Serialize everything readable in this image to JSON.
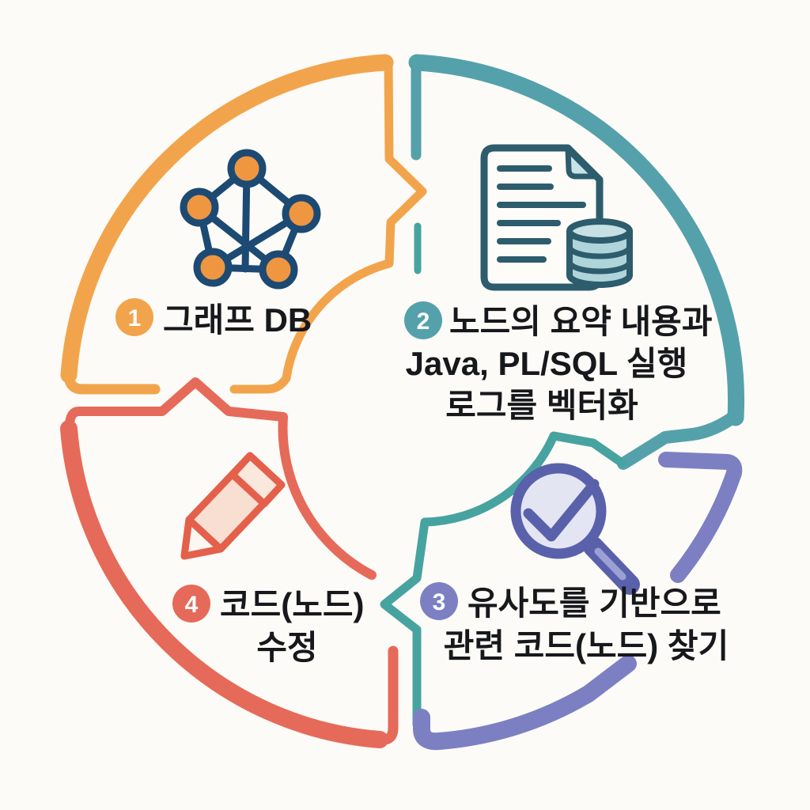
{
  "diagram": {
    "type": "cycle-process",
    "background": "#FDFBF7",
    "text_color": "#17181C",
    "inner_line_color": "#47A3A0",
    "steps": [
      {
        "number": "1",
        "position": "top-left",
        "color": "#F2A44C",
        "icon": "network-graph-icon",
        "label_lines": [
          "그래프 DB"
        ]
      },
      {
        "number": "2",
        "position": "top-right",
        "color": "#54A1AB",
        "icon": "document-database-icon",
        "label_lines": [
          "노드의 요약 내용과",
          "Java, PL/SQL 실행",
          "로그를 벡터화"
        ]
      },
      {
        "number": "3",
        "position": "bottom-right",
        "color": "#7C80C3",
        "icon": "search-check-icon",
        "label_lines": [
          "유사도를 기반으로",
          "관련 코드(노드) 찾기"
        ]
      },
      {
        "number": "4",
        "position": "bottom-left",
        "color": "#E66A59",
        "icon": "pencil-icon",
        "label_lines": [
          "코드(노드)",
          "수정"
        ]
      }
    ],
    "icon_palette": {
      "network_node_fill": "#EF9641",
      "network_line": "#1C4A73",
      "document_outline": "#2D5C6C",
      "document_fold_fill": "#C9E4E8",
      "database_fill": "#AFD4DA",
      "database_top_fill": "#C6E0E4",
      "magnifier_stroke": "#5A61AB",
      "magnifier_lens_fill": "#E3E5F3",
      "magnifier_handle_inner": "#9BA1D4",
      "pencil_stroke": "#E4604B",
      "pencil_body_fill": "#F8DFD2",
      "pencil_eraser_fill": "#FAE8DC",
      "pencil_tip_fill": "#FDF7F2"
    }
  }
}
